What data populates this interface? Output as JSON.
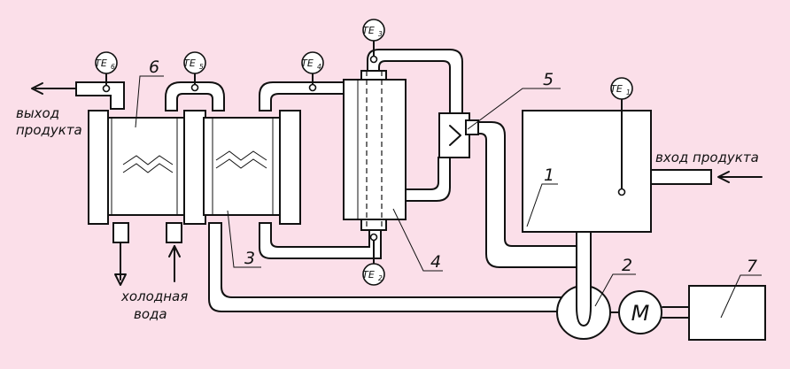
{
  "labels": {
    "product_out_line1": "выход",
    "product_out_line2": "продукта",
    "product_in": "вход продукта",
    "cold_water_line1": "холодная",
    "cold_water_line2": "вода",
    "motor": "М"
  },
  "numbers": {
    "n1": "1",
    "n2": "2",
    "n3": "3",
    "n4": "4",
    "n5": "5",
    "n6": "6",
    "n7": "7"
  },
  "sensors": {
    "te1": {
      "base": "TE",
      "sub": "1"
    },
    "te2": {
      "base": "TE",
      "sub": "2"
    },
    "te3": {
      "base": "TE",
      "sub": "3"
    },
    "te4": {
      "base": "TE",
      "sub": "4"
    },
    "te5": {
      "base": "TE",
      "sub": "5"
    },
    "te6": {
      "base": "TE",
      "sub": "6"
    }
  },
  "colors": {
    "background": "#fbdfe9",
    "line": "#111111",
    "fill": "#ffffff"
  }
}
